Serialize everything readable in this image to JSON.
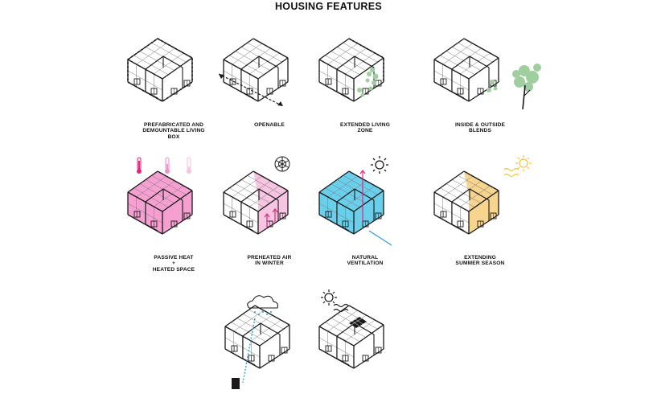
{
  "title": "HOUSING FEATURES",
  "colors": {
    "line": "#1a1a1a",
    "pink": "#f38fc9",
    "light_pink": "#f7c4e1",
    "magenta": "#e0287e",
    "cyan": "#4fc7e8",
    "blue": "#2a9fd6",
    "yellow": "#f7d58f",
    "sun_yellow": "#f0c43a",
    "green": "#9fcf9f"
  },
  "features": [
    {
      "id": "prefab-box",
      "caption_lines": [
        "PREFABRICATED AND",
        "DEMOUNTABLE LIVING",
        "BOX"
      ]
    },
    {
      "id": "openable",
      "caption_lines": [
        "OPENABLE"
      ]
    },
    {
      "id": "extended-living-zone",
      "caption_lines": [
        "EXTENDED LIVING",
        "ZONE"
      ]
    },
    {
      "id": "inside-outside",
      "caption_lines": [
        "INSIDE & OUTSIDE",
        "BLENDS"
      ]
    },
    {
      "id": "passive-heat",
      "caption_lines": [
        "PASSIVE HEAT",
        "+",
        "HEATED SPACE"
      ]
    },
    {
      "id": "preheated-air",
      "caption_lines": [
        "PREHEATED AIR",
        "IN WINTER"
      ]
    },
    {
      "id": "natural-ventilation",
      "caption_lines": [
        "NATURAL",
        "VENTILATION"
      ]
    },
    {
      "id": "summer-season",
      "caption_lines": [
        "EXTENDING",
        "SUMMER SEASON"
      ]
    },
    {
      "id": "rainwater",
      "caption_lines": []
    },
    {
      "id": "solar-panel",
      "caption_lines": []
    }
  ]
}
